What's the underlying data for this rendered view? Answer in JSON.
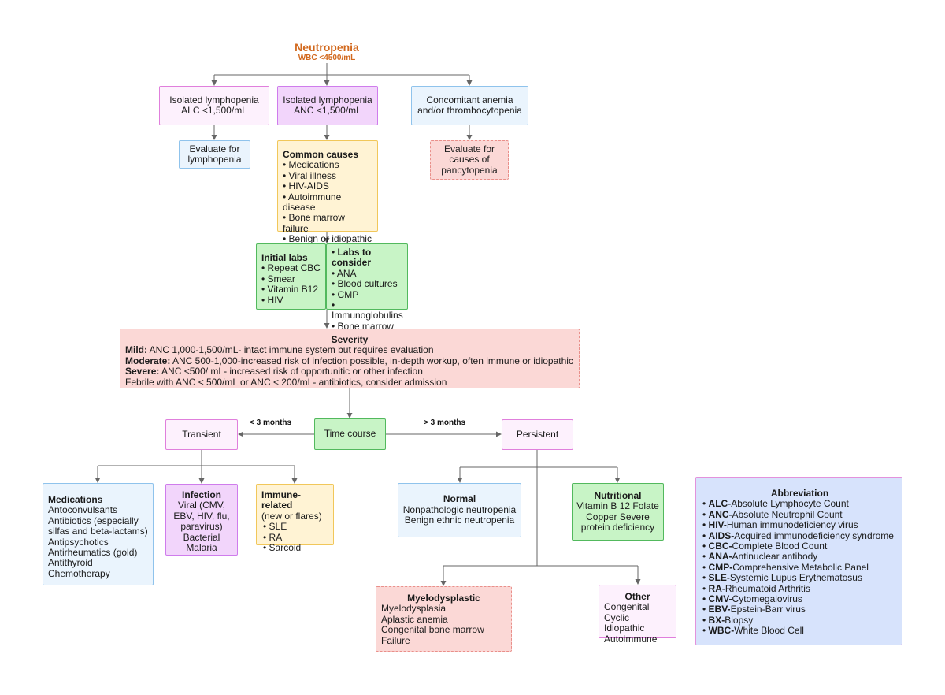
{
  "root": {
    "title": "Neutropenia",
    "subtitle": "WBC <4500/mL"
  },
  "nodes": {
    "iso_alc": {
      "line1": "Isolated lymphopenia",
      "line2": "ALC <1,500/mL"
    },
    "iso_anc": {
      "line1": "Isolated lymphopenia",
      "line2": "ANC <1,500/mL"
    },
    "anemia": {
      "line1": "Concomitant anemia",
      "line2": "and/or thrombocytopenia"
    },
    "eval_lymph": {
      "line1": "Evaluate for",
      "line2": "lymphopenia"
    },
    "eval_pancyto": {
      "line1": "Evaluate for",
      "line2": "causes of",
      "line3": "pancytopenia"
    },
    "common_causes": {
      "title": "Common causes",
      "items": [
        "Medications",
        "Viral illness",
        "HIV-AIDS",
        "Autoimmune disease",
        "Bone marrow failure",
        "Benign or idiopathic"
      ]
    },
    "initial_labs": {
      "title": "Initial labs",
      "items": [
        " Repeat CBC",
        "Smear",
        "Vitamin B12",
        "HIV"
      ]
    },
    "labs_consider": {
      "title": "Labs to consider",
      "items": [
        "ANA",
        "Blood cultures",
        "CMP",
        "Immunoglobulins",
        "Bone marrow Bx"
      ]
    },
    "severity": {
      "title": "Severity",
      "mild_label": "Mild:",
      "mild_text": " ANC 1,000-1,500/mL- intact immune system but requires evaluation",
      "moderate_label": "Moderate:",
      "moderate_text": " ANC 500-1,000-increased risk of infection possible, in-depth workup, often immune or idiopathic",
      "severe_label": "Severe:",
      "severe_text": " ANC <500/ mL- increased risk of opportunitic or other infection",
      "febrile": "Febrile with ANC < 500/mL or ANC < 200/mL- antibiotics, consider admission"
    },
    "time_course": {
      "label": "Time course"
    },
    "transient": {
      "label": "Transient"
    },
    "persistent": {
      "label": "Persistent"
    },
    "medications": {
      "title": "Medications",
      "lines": [
        "Antoconvulsants",
        "Antibiotics (especially",
        "silfas and beta-lactams)",
        "Antipsychotics",
        "Antirheumatics (gold)",
        "Antithyroid",
        "Chemotherapy"
      ]
    },
    "infection": {
      "title": "Infection",
      "lines": [
        "Viral (CMV,",
        "EBV, HIV, flu,",
        "paravirus)",
        "Bacterial",
        "Malaria"
      ]
    },
    "immune": {
      "title": "Immune- related",
      "subtitle": "(new or flares)",
      "items": [
        "SLE",
        "RA",
        "Sarcoid"
      ]
    },
    "normal": {
      "title": "Normal",
      "lines": [
        "Nonpathologic neutropenia",
        "Benign ethnic neutropenia"
      ]
    },
    "nutritional": {
      "title": "Nutritional",
      "lines": [
        "Vitamin B 12 Folate",
        "Copper Severe",
        "protein deficiency"
      ]
    },
    "myelodysplastic": {
      "title": "Myelodysplastic",
      "lines": [
        "Myelodysplasia",
        "Aplastic anemia",
        "Congenital bone marrow",
        "Failure"
      ]
    },
    "other": {
      "title": "Other",
      "lines": [
        "Congenital",
        "Cyclic Idiopathic",
        "Autoimmune"
      ]
    }
  },
  "edge_labels": {
    "lt3": "< 3 months",
    "gt3": "> 3 months"
  },
  "abbreviation": {
    "title": "Abbreviation",
    "items": [
      {
        "abbr": "ALC-",
        "text": "Absolute Lymphocyte Count"
      },
      {
        "abbr": "ANC-",
        "text": "Absolute Neutrophil Count"
      },
      {
        "abbr": "HIV-",
        "text": "Human immunodeficiency virus"
      },
      {
        "abbr": "AIDS-",
        "text": "Acquired immunodeficiency syndrome"
      },
      {
        "abbr": "CBC-",
        "text": "Complete Blood Count"
      },
      {
        "abbr": "ANA-",
        "text": "Antinuclear antibody"
      },
      {
        "abbr": "CMP-",
        "text": "Comprehensive Metabolic Panel"
      },
      {
        "abbr": "SLE-",
        "text": "Systemic Lupus Erythematosus"
      },
      {
        "abbr": "RA-",
        "text": "Rheumatoid Arthritis"
      },
      {
        "abbr": "CMV-",
        "text": "Cytomegalovirus"
      },
      {
        "abbr": "EBV-",
        "text": "Epstein-Barr virus"
      },
      {
        "abbr": "BX-",
        "text": "Biopsy"
      },
      {
        "abbr": "WBC-",
        "text": "White Blood Cell"
      }
    ]
  },
  "colors": {
    "root": "#d2691e",
    "pink": "#fdf1fd",
    "violet": "#f2d5fb",
    "blue": "#eaf4fd",
    "yellow": "#fff3d4",
    "green": "#c8f4c6",
    "red": "#fbd8d6",
    "abbreviation_bg": "#d7e3fc",
    "connector": "#666666"
  }
}
